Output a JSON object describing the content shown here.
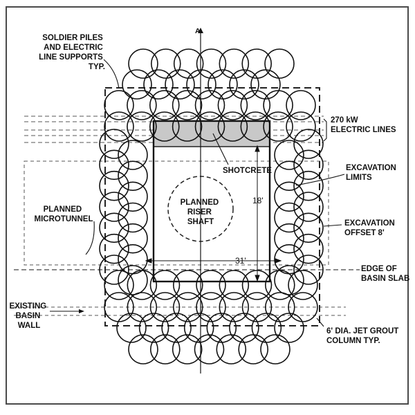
{
  "labels": {
    "soldier_piles": [
      "SOLDIER PILES",
      "AND ELECTRIC",
      "LINE SUPPORTS",
      "TYP."
    ],
    "electric_lines": [
      "270 kW",
      "ELECTRIC LINES"
    ],
    "shotcrete": "SHOTCRETE",
    "excavation_limits": [
      "EXCAVATION",
      "LIMITS"
    ],
    "planned_riser": [
      "PLANNED",
      "RISER",
      "SHAFT"
    ],
    "dim_height": "18'",
    "dim_width": "31'",
    "planned_microtunnel": [
      "PLANNED",
      "MICROTUNNEL"
    ],
    "excavation_offset": [
      "EXCAVATION",
      "OFFSET 8'"
    ],
    "edge_basin": [
      "EDGE OF",
      "BASIN SLAB"
    ],
    "existing_basin": [
      "EXISTING",
      "BASIN",
      "WALL"
    ],
    "jet_grout": [
      "6' DIA. JET GROUT",
      "COLUMN TYP."
    ],
    "section_marker": "A"
  },
  "colors": {
    "line": "#111111",
    "shotcrete_fill": "#c8c8c8",
    "frame": "#4a4a4a"
  }
}
